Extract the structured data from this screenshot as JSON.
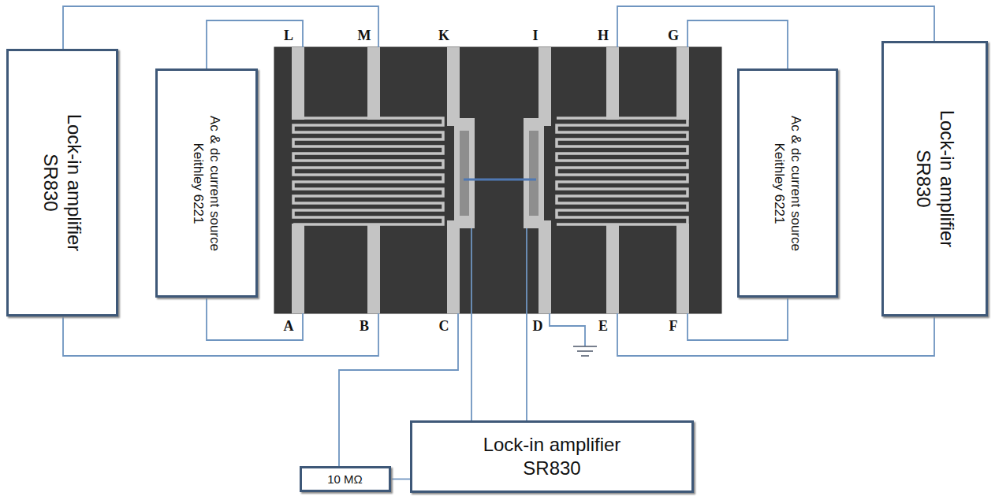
{
  "diagram": {
    "nodes": [
      {
        "text": [
          "Lock-in amplifier SR830"
        ]
      },
      {
        "text": [
          "Ac & dc current source Keithley 6221"
        ]
      },
      {
        "text": [
          "Ac & dc current source Keithley 6221"
        ]
      },
      {
        "text": [
          "Lock-in amplifier SR830"
        ]
      },
      {
        "text": [
          "10 MΩ"
        ]
      },
      {
        "text": [
          "Lock-in amplifier SR830"
        ]
      }
    ],
    "edges": [
      {
        "from": 4,
        "to": 5,
        "arrow": "none"
      }
    ],
    "labels": [
      "L",
      "M",
      "K",
      "I",
      "H",
      "G",
      "A",
      "B",
      "C",
      "D",
      "E",
      "F"
    ]
  }
}
